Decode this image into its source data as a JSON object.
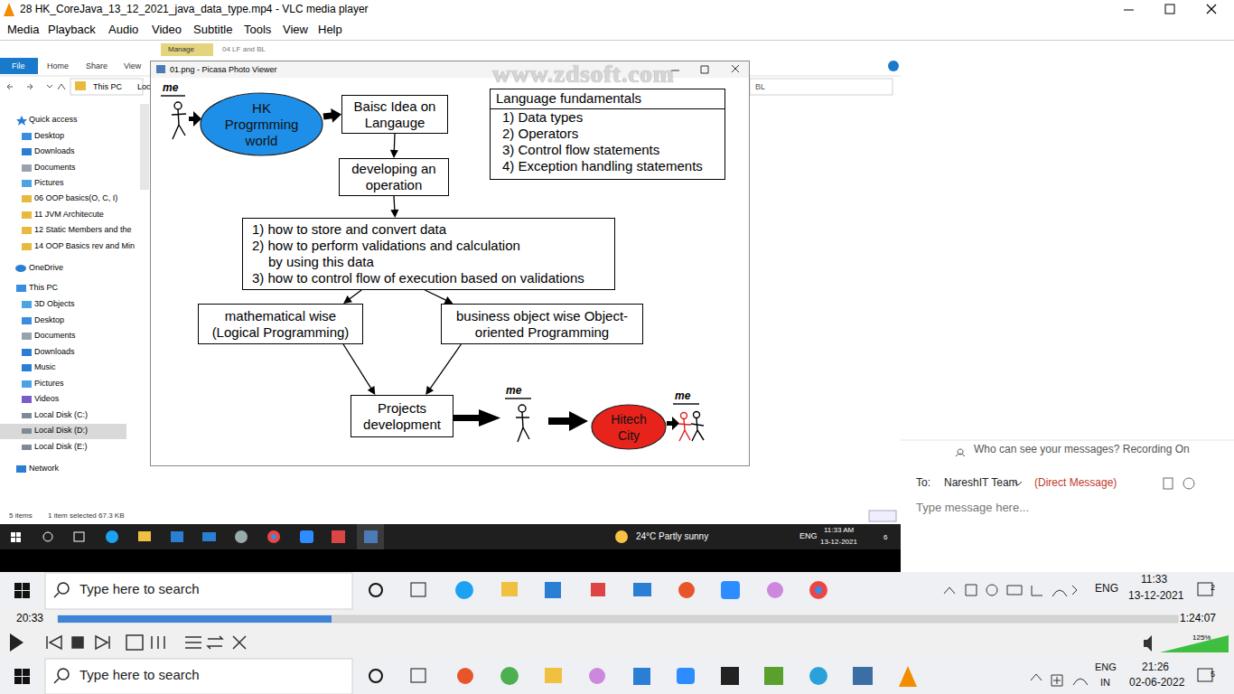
{
  "diagram": {
    "nodes": [
      {
        "text": [
          "HK Progrmming world"
        ]
      },
      {
        "text": [
          "Baisc Idea on Langauge"
        ]
      },
      {
        "text": [
          "developing an operation"
        ]
      },
      {
        "text": [
          "1) how to store and convert data",
          "2) how to perform validations and calculation by using this data",
          "3) how to control flow of execution based on validations"
        ]
      },
      {
        "text": [
          "mathematical wise (Logical Programming)"
        ]
      },
      {
        "text": [
          "business object wise Object-oriented Programming"
        ]
      },
      {
        "text": [
          "Projects development"
        ]
      },
      {
        "text": [
          "Hitech City"
        ]
      },
      {
        "text": [
          "Language fundamentals",
          "1) Data types",
          "2) Operators",
          "3) Control flow statements",
          "4) Exception handling statements"
        ]
      }
    ],
    "edges": [
      {
        "from": 0,
        "to": 1,
        "arrow": "to"
      },
      {
        "from": 1,
        "to": 2,
        "arrow": "to"
      },
      {
        "from": 2,
        "to": 3,
        "arrow": "to"
      },
      {
        "from": 3,
        "to": 4,
        "arrow": "to"
      },
      {
        "from": 3,
        "to": 5,
        "arrow": "to"
      },
      {
        "from": 4,
        "to": 6,
        "arrow": "to"
      },
      {
        "from": 5,
        "to": 6,
        "arrow": "to"
      }
    ],
    "labels": [
      "me",
      "me",
      "me",
      "www.zdsoft.com",
      "28 HK_CoreJava_13_12_2021_java_data_type.mp4 - VLC media player",
      "Media",
      "Playback",
      "Audio",
      "Video",
      "Subtitle",
      "Tools",
      "View",
      "Help",
      "01.png - Picasa Photo Viewer",
      "File",
      "Home",
      "Share",
      "View",
      "Manage",
      "04 LF and BL",
      "This PC",
      "Loc",
      "Quick access",
      "Desktop",
      "Downloads",
      "Documents",
      "Pictures",
      "06 OOP basics(O, C, I)",
      "11 JVM Architecute",
      "12 Static Members and the",
      "14 OOP Basics rev and Min",
      "OneDrive",
      "This PC",
      "3D Objects",
      "Desktop",
      "Documents",
      "Downloads",
      "Music",
      "Pictures",
      "Videos",
      "Local Disk (C:)",
      "Local Disk (D:)",
      "Local Disk (E:)",
      "Network",
      "5 items",
      "1 item selected 67.3 KB",
      "BL",
      "24°C Partly sunny",
      "ENG",
      "11:33 AM",
      "13-12-2021",
      "6",
      "Who can see your messages? Recording On",
      "To:",
      "NareshIT Team",
      "(Direct Message)",
      "Type message here...",
      "Type here to search",
      "ENG",
      "11:33",
      "13-12-2021",
      "2",
      "20:33",
      "1:24:07",
      "125%",
      "Type here to search",
      "ENG",
      "IN",
      "21:26",
      "02-06-2022",
      "5"
    ]
  }
}
